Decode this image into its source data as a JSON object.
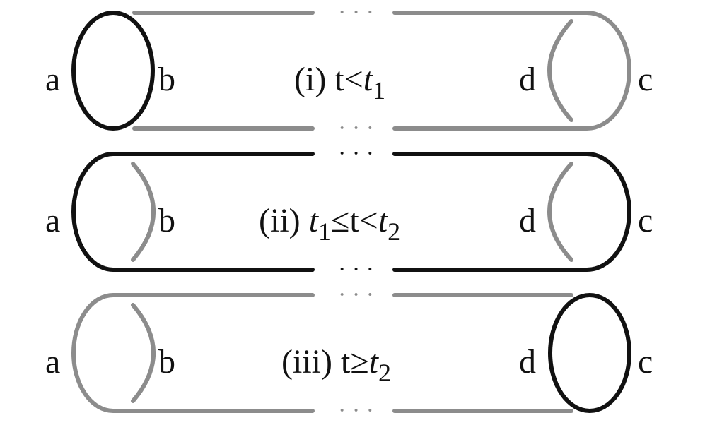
{
  "colors": {
    "active": "#111111",
    "inactive": "#8c8c8c",
    "background": "#ffffff"
  },
  "ellipsis": "· · ·",
  "panels": [
    {
      "labels": {
        "a": "a",
        "b": "b",
        "d": "d",
        "c": "c"
      },
      "caption": {
        "prefix": "(i) t<",
        "var1": "t",
        "sub1": "1",
        "mid": "",
        "var2": "",
        "sub2": ""
      },
      "state": "left-loop"
    },
    {
      "labels": {
        "a": "a",
        "b": "b",
        "d": "d",
        "c": "c"
      },
      "caption": {
        "prefix": "(ii) ",
        "var1": "t",
        "sub1": "1",
        "mid": "≤t<",
        "var2": "t",
        "sub2": "2"
      },
      "state": "outer-loop"
    },
    {
      "labels": {
        "a": "a",
        "b": "b",
        "d": "d",
        "c": "c"
      },
      "caption": {
        "prefix": "(iii) t≥",
        "var1": "t",
        "sub1": "2",
        "mid": "",
        "var2": "",
        "sub2": ""
      },
      "state": "right-loop"
    }
  ]
}
